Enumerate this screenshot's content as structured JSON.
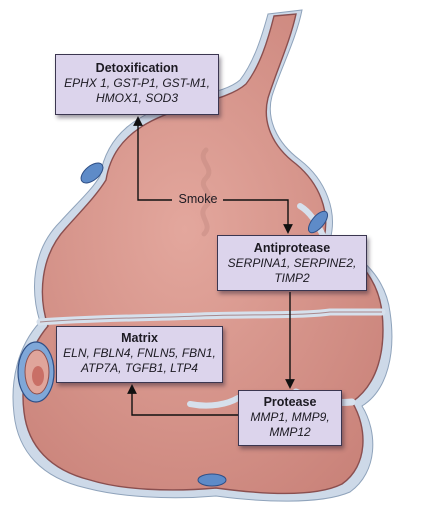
{
  "boxes": {
    "detoxification": {
      "title": "Detoxification",
      "lines": [
        "EPHX 1, GST-P1, GST-M1,",
        "HMOX1, SOD3"
      ]
    },
    "antiprotease": {
      "title": "Antiprotease",
      "lines": [
        "SERPINA1, SERPINE2,",
        "TIMP2"
      ]
    },
    "matrix": {
      "title": "Matrix",
      "lines": [
        "ELN, FBLN4, FNLN5, FBN1,",
        "ATP7A, TGFB1, LTP4"
      ]
    },
    "protease": {
      "title": "Protease",
      "lines": [
        "MMP1, MMP9,",
        "MMP12"
      ]
    }
  },
  "smoke_label": "Smoke",
  "colors": {
    "tissue": "#d9948a",
    "tissue_edge": "#8a4f4f",
    "alveolar_wall": "#c8d6e6",
    "vessel": "#5e8bc8",
    "box_fill": "#dcd4ec",
    "arrow": "#111111"
  }
}
